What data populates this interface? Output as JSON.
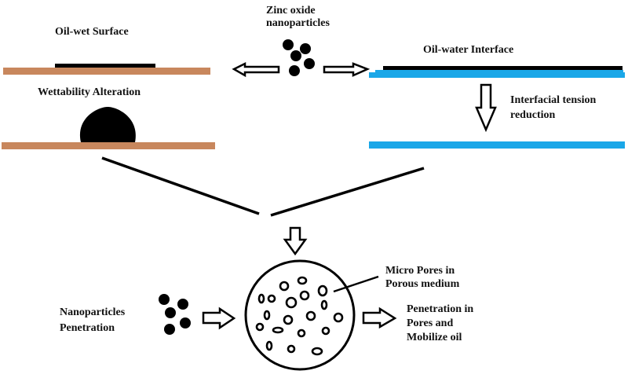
{
  "labels": {
    "oil_wet_surface": "Oil-wet Surface",
    "zinc_oxide_line1": "Zinc oxide",
    "zinc_oxide_line2": "nanoparticles",
    "oil_water_interface": "Oil-water Interface",
    "wettability_alteration": "Wettability Alteration",
    "ift_line1": "Interfacial tension",
    "ift_line2": "reduction",
    "nano_pen_line1": "Nanoparticles",
    "nano_pen_line2": "Penetration",
    "micro_pores_line1": "Micro Pores in",
    "micro_pores_line2": "Porous medium",
    "mobilize_line1": "Penetration in",
    "mobilize_line2": "Pores and",
    "mobilize_line3": "Mobilize oil"
  },
  "colors": {
    "rock_surface": "#c8875d",
    "water_layer": "#1aa7e8",
    "oil": "#000000"
  }
}
